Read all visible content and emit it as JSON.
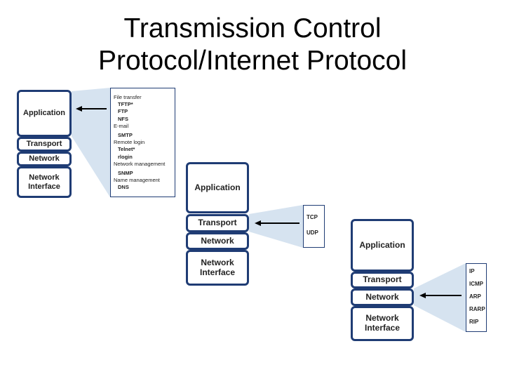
{
  "title": [
    "Transmission Control",
    "Protocol/Internet Protocol"
  ],
  "colors": {
    "layer_border": "#1f3c74",
    "wedge": "#d6e3f0",
    "arrow": "#000000"
  },
  "stacks": [
    {
      "layers": [
        "Application",
        "Transport",
        "Network",
        "Network Interface"
      ],
      "highlighted": "Application",
      "protocols": [
        {
          "text": "File transfer",
          "indent": false
        },
        {
          "text": "TFTP*",
          "indent": true
        },
        {
          "text": "FTP",
          "indent": true
        },
        {
          "text": "NFS",
          "indent": true
        },
        {
          "text": "E-mail",
          "indent": false
        },
        {
          "text": "SMTP",
          "indent": true
        },
        {
          "text": "Remote login",
          "indent": false
        },
        {
          "text": "Telnet*",
          "indent": true
        },
        {
          "text": "rlogin",
          "indent": true
        },
        {
          "text": "Network management",
          "indent": false
        },
        {
          "text": "SNMP",
          "indent": true
        },
        {
          "text": "Name management",
          "indent": false
        },
        {
          "text": "DNS",
          "indent": true
        }
      ]
    },
    {
      "layers": [
        "Application",
        "Transport",
        "Network",
        "Network Interface"
      ],
      "highlighted": "Transport",
      "protocols": [
        {
          "text": "TCP",
          "indent": false
        },
        {
          "text": "UDP",
          "indent": false
        }
      ]
    },
    {
      "layers": [
        "Application",
        "Transport",
        "Network",
        "Network Interface"
      ],
      "highlighted": "Network",
      "protocols": [
        {
          "text": "IP",
          "indent": false
        },
        {
          "text": "ICMP",
          "indent": false
        },
        {
          "text": "ARP",
          "indent": false
        },
        {
          "text": "RARP",
          "indent": false
        },
        {
          "text": "RIP",
          "indent": false
        }
      ]
    }
  ]
}
